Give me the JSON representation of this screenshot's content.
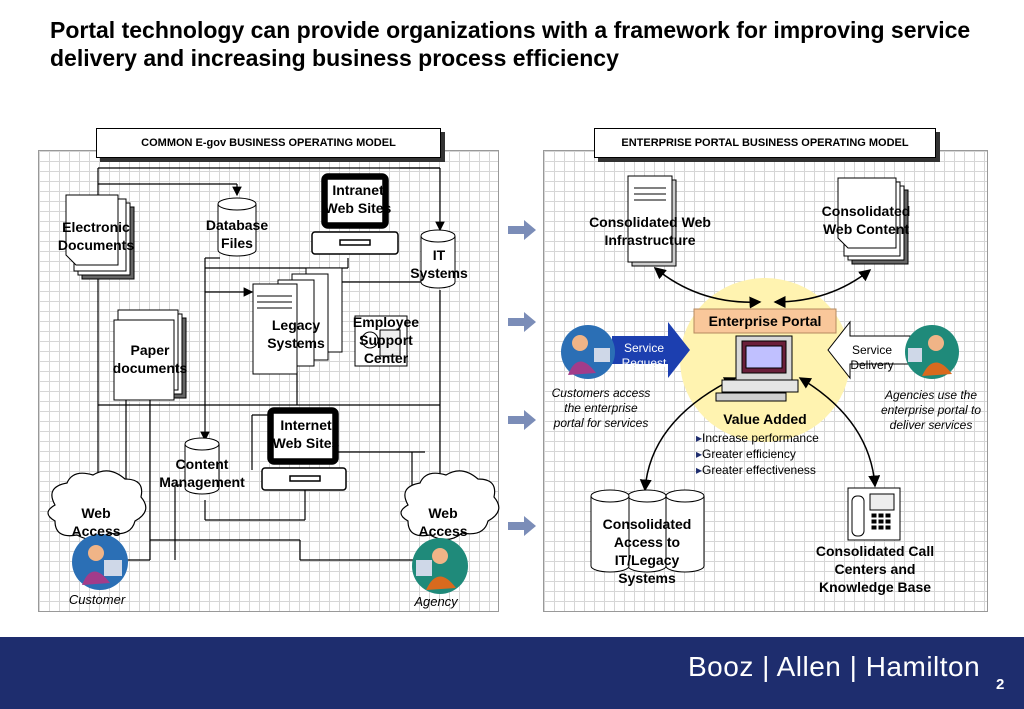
{
  "title": "Portal technology can provide organizations with a framework for improving service delivery and increasing business process efficiency",
  "left_panel": {
    "header": "COMMON E-gov BUSINESS OPERATING MODEL",
    "nodes": {
      "electronic_documents": "Electronic Documents",
      "database_files": "Database Files",
      "intranet_web_sites": "Intranet Web Sites",
      "it_systems": "IT Systems",
      "legacy_systems": "Legacy Systems",
      "employee_support_center": "Employee Support Center",
      "paper_documents": "Paper documents",
      "internet_web_sites": "Internet Web Sites",
      "content_management": "Content Management",
      "web_access_customer": "Web Access",
      "web_access_agency": "Web Access",
      "customer": "Customer",
      "agency": "Agency"
    }
  },
  "right_panel": {
    "header": "ENTERPRISE PORTAL BUSINESS OPERATING MODEL",
    "nodes": {
      "consolidated_web_infrastructure": "Consolidated Web Infrastructure",
      "consolidated_web_content": "Consolidated Web Content",
      "enterprise_portal": "Enterprise Portal",
      "service_request": "Service Request",
      "service_delivery": "Service Delivery",
      "customers_note": "Customers access the enterprise portal for services",
      "agencies_note": "Agencies use the enterprise portal to deliver services",
      "value_added_title": "Value Added",
      "value_added_items": [
        "Increase performance",
        "Greater efficiency",
        "Greater effectiveness"
      ],
      "consolidated_access": "Consolidated Access to IT/Legacy Systems",
      "consolidated_call_centers": "Consolidated Call Centers and Knowledge Base"
    }
  },
  "footer": {
    "brand": "Booz | Allen | Hamilton",
    "page_number": "2"
  },
  "colors": {
    "footer_bg": "#1e2d6e",
    "portal_box": "#f9c79a",
    "highlight": "#fff3b0",
    "arrow": "#7b8db8",
    "service_arrow": "#1c3fb0"
  }
}
